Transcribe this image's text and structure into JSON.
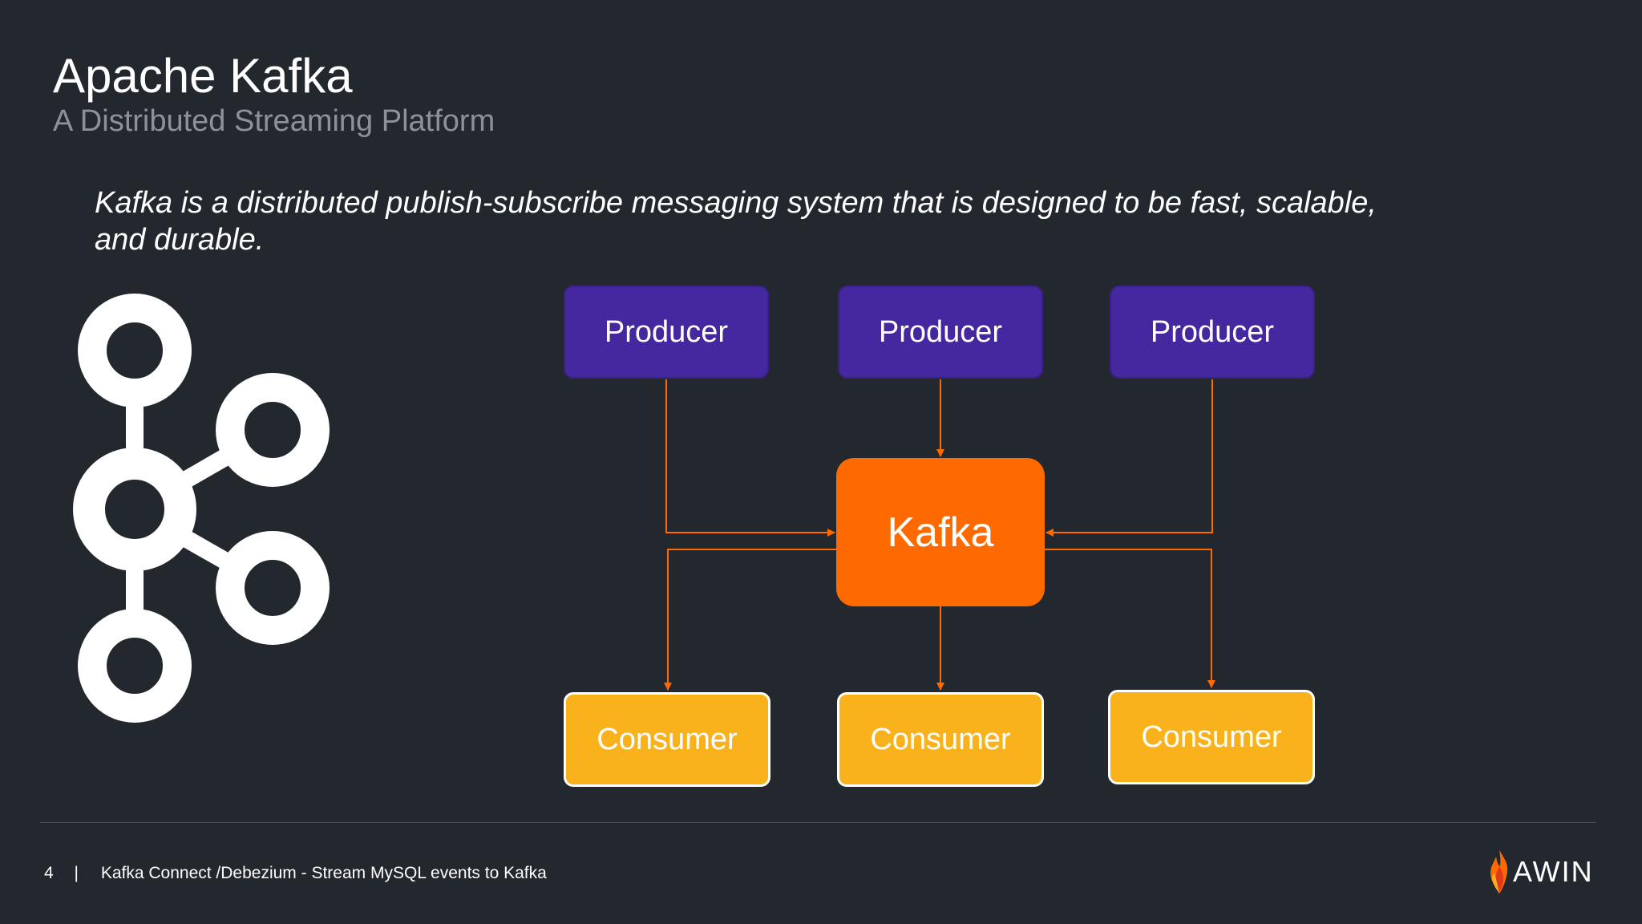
{
  "slide": {
    "title": "Apache Kafka",
    "subtitle": "A Distributed Streaming Platform",
    "tagline": "Kafka is a distributed publish-subscribe messaging system that is designed to be fast, scalable, and durable."
  },
  "diagram": {
    "producers": [
      "Producer",
      "Producer",
      "Producer"
    ],
    "broker": "Kafka",
    "consumers": [
      "Consumer",
      "Consumer",
      "Consumer"
    ],
    "colors": {
      "producer_fill": "#4527a0",
      "broker_fill": "#ff6a00",
      "consumer_fill": "#f9b21c",
      "arrow": "#ff6a00",
      "logo": "#ffffff"
    }
  },
  "footer": {
    "page_number": "4",
    "separator": "|",
    "presentation_title": "Kafka Connect /Debezium - Stream MySQL events to Kafka",
    "brand": "AWIN",
    "brand_icon": "awin-flame-icon"
  },
  "icons": {
    "logo": "apache-kafka-logo-icon"
  }
}
